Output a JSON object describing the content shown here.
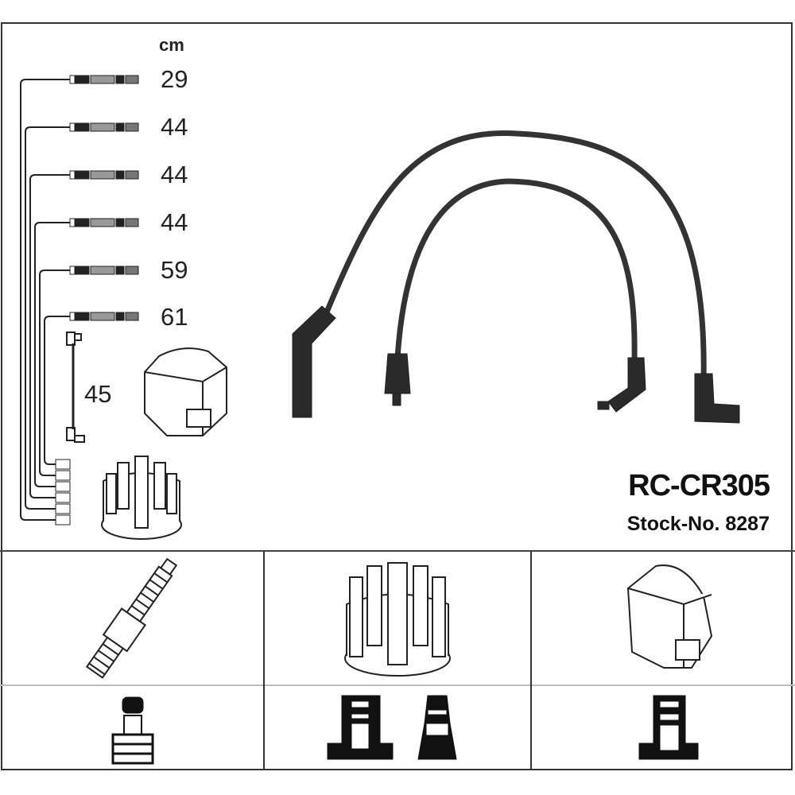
{
  "product": {
    "code": "RC-CR305",
    "stock_label": "Stock-No. 8287"
  },
  "lengths": {
    "unit": "cm",
    "cables": [
      "29",
      "44",
      "44",
      "44",
      "59",
      "61"
    ],
    "coil_cable": "45"
  },
  "components": [
    "spark-plug",
    "distributor-cap",
    "ignition-coil"
  ],
  "connectors": [
    "spark-plug-connector",
    "distributor-connector-straight",
    "distributor-connector-tapered",
    "coil-connector"
  ]
}
